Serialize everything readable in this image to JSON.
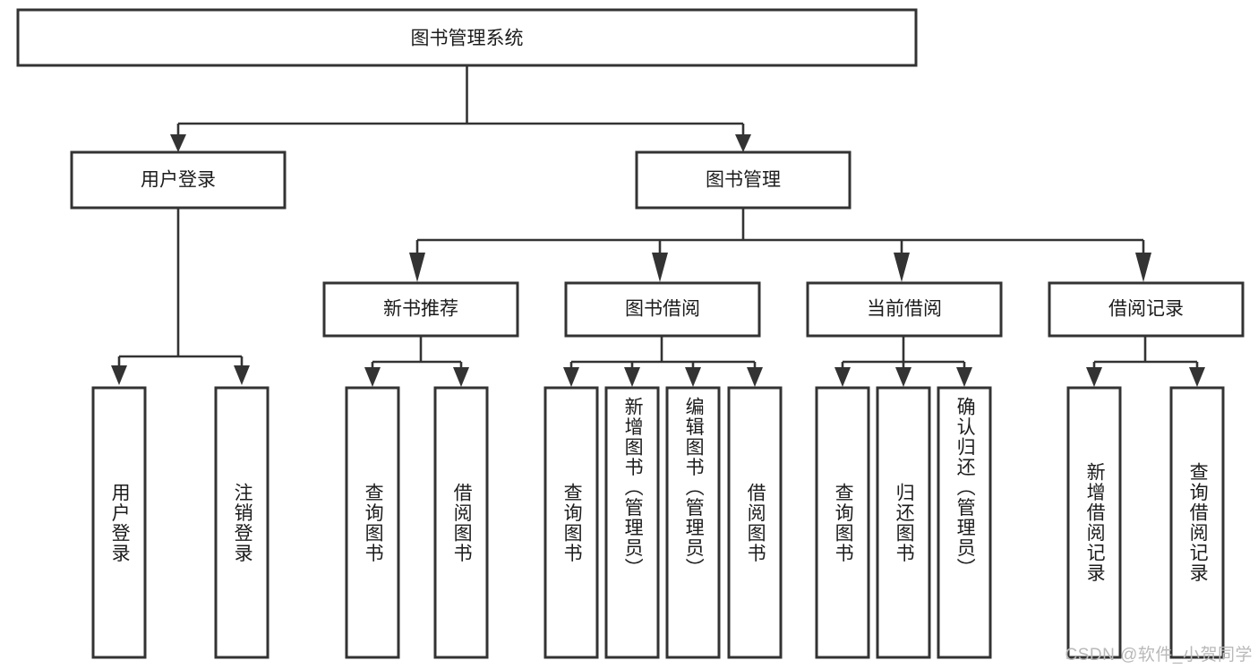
{
  "diagram": {
    "title_node": {
      "label": "图书管理系统"
    },
    "level2": [
      {
        "id": "user-login",
        "label": "用户登录"
      },
      {
        "id": "book-management",
        "label": "图书管理"
      }
    ],
    "level3": [
      {
        "id": "new-book-recommend",
        "label": "新书推荐"
      },
      {
        "id": "book-borrow",
        "label": "图书借阅"
      },
      {
        "id": "current-borrow",
        "label": "当前借阅"
      },
      {
        "id": "borrow-record",
        "label": "借阅记录"
      }
    ],
    "leaves": [
      {
        "id": "leaf-user-login",
        "parent": "user-login",
        "label": "用户登录"
      },
      {
        "id": "leaf-logout",
        "parent": "user-login",
        "label": "注销登录"
      },
      {
        "id": "leaf-query-book-1",
        "parent": "new-book-recommend",
        "label": "查询图书"
      },
      {
        "id": "leaf-borrow-book-1",
        "parent": "new-book-recommend",
        "label": "借阅图书"
      },
      {
        "id": "leaf-query-book-2",
        "parent": "book-borrow",
        "label": "查询图书"
      },
      {
        "id": "leaf-add-book",
        "parent": "book-borrow",
        "label": "新增图书（管理员）"
      },
      {
        "id": "leaf-edit-book",
        "parent": "book-borrow",
        "label": "编辑图书（管理员）"
      },
      {
        "id": "leaf-borrow-book-2",
        "parent": "book-borrow",
        "label": "借阅图书"
      },
      {
        "id": "leaf-query-book-3",
        "parent": "current-borrow",
        "label": "查询图书"
      },
      {
        "id": "leaf-return-book",
        "parent": "current-borrow",
        "label": "归还图书"
      },
      {
        "id": "leaf-confirm-return",
        "parent": "current-borrow",
        "label": "确认归还（管理员）"
      },
      {
        "id": "leaf-add-record",
        "parent": "borrow-record",
        "label": "新增借阅记录"
      },
      {
        "id": "leaf-query-record",
        "parent": "borrow-record",
        "label": "查询借阅记录"
      }
    ]
  },
  "watermark": {
    "text": "CSDN @软件_小贺同学"
  },
  "colors": {
    "stroke": "#333333",
    "fill": "#ffffff",
    "text": "#1c1c1c",
    "watermark": "#b9b9b9"
  }
}
